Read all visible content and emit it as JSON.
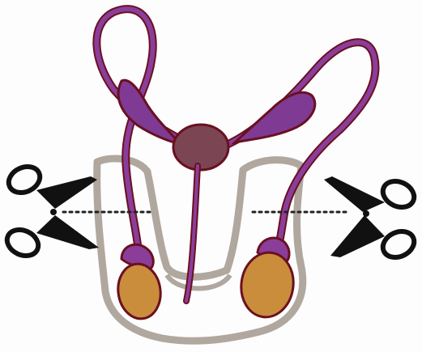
{
  "diagram": {
    "subject": "male-reproductive-anatomy-vasectomy",
    "colors": {
      "background": "#fdfdfd",
      "duct_fill": "#8a3e9a",
      "duct_outline": "#6a1020",
      "vesicle_fill": "#7f3a93",
      "prostate_fill": "#7b4554",
      "testis_fill": "#c98d3c",
      "scrotum_outline": "#b0a79f",
      "scissors": "#111111",
      "cut_line": "#222222"
    },
    "icons": [
      "scissors-icon-left",
      "scissors-icon-right"
    ]
  }
}
